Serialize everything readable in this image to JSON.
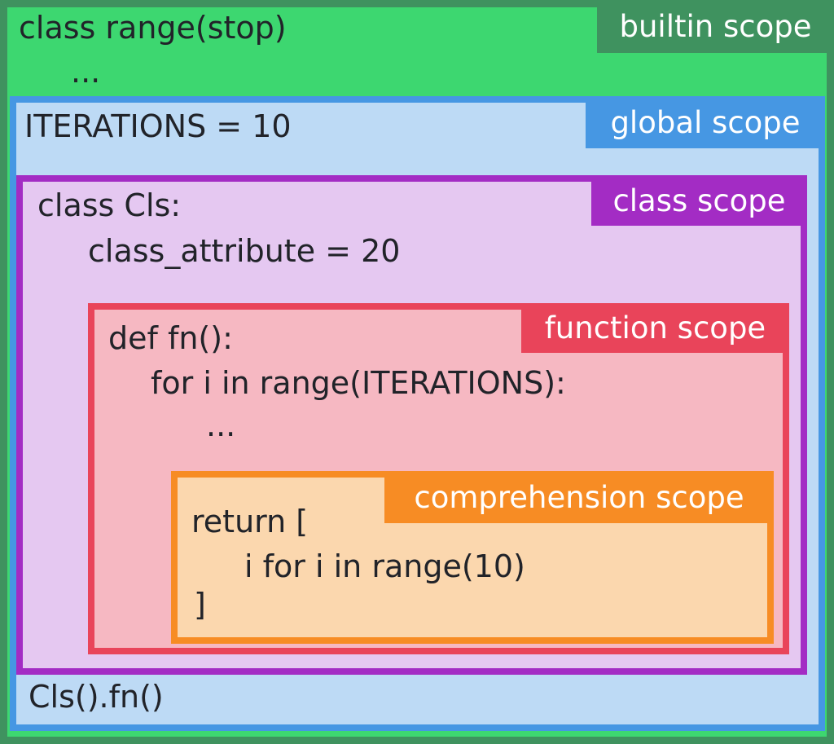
{
  "text_color": "#212329",
  "scopes": {
    "builtin": {
      "label": "builtin scope",
      "border_color": "#3F925F",
      "fill_color": "#3DD770",
      "lines": [
        "class range(stop)",
        "..."
      ]
    },
    "global": {
      "label": "global scope",
      "border_color": "#4697E3",
      "fill_color": "#BDDAF5",
      "lines": [
        "ITERATIONS = 10",
        "Cls().fn()"
      ]
    },
    "class": {
      "label": "class scope",
      "border_color": "#A32CC4",
      "fill_color": "#E5C8F1",
      "lines": [
        "class Cls:",
        "class_attribute = 20"
      ]
    },
    "function": {
      "label": "function scope",
      "border_color": "#E9445A",
      "fill_color": "#F6B8C2",
      "lines": [
        "def fn():",
        "for i in range(ITERATIONS):",
        "..."
      ]
    },
    "comprehension": {
      "label": "comprehension scope",
      "border_color": "#F78C24",
      "fill_color": "#FBD7AE",
      "lines": [
        "return [",
        "i for i in range(10)",
        "]"
      ]
    }
  }
}
